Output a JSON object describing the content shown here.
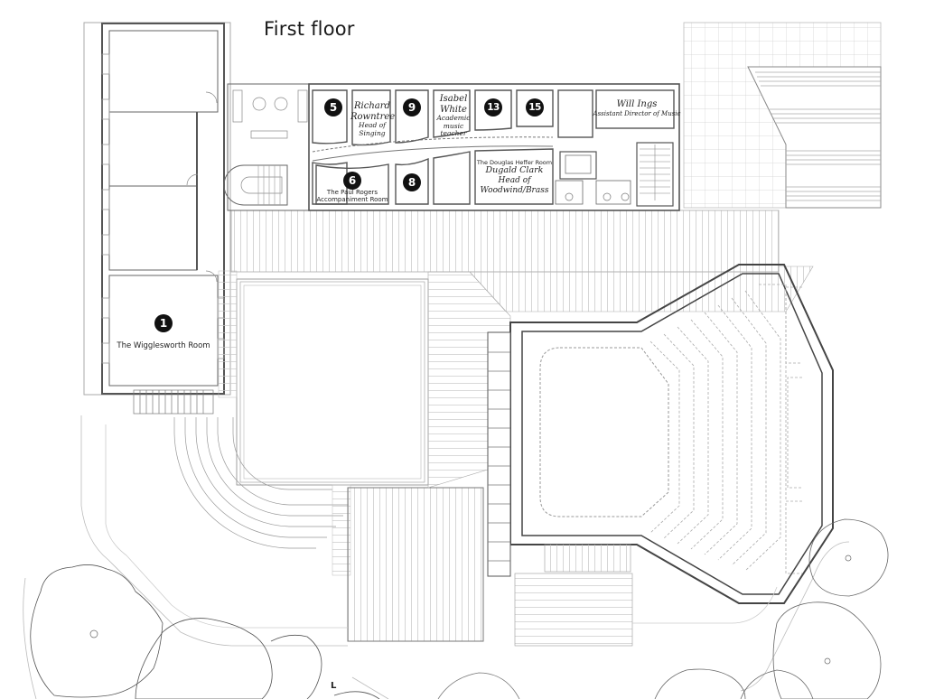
{
  "title": "First floor",
  "rooms": [
    {
      "id": "1",
      "badge": "1",
      "name": "The Wigglesworth Room"
    },
    {
      "id": "5",
      "badge": "5"
    },
    {
      "id": "richard",
      "name": "Richard Rowntree",
      "name_line1": "Richard",
      "name_line2": "Rowntree",
      "role_line1": "Head of",
      "role_line2": "Singing"
    },
    {
      "id": "9",
      "badge": "9"
    },
    {
      "id": "isabel",
      "name_line1": "Isabel",
      "name_line2": "White",
      "role_line1": "Academic music",
      "role_line2": "teacher"
    },
    {
      "id": "13",
      "badge": "13"
    },
    {
      "id": "15",
      "badge": "15"
    },
    {
      "id": "will",
      "name_line1": "Will Ings",
      "role_line1": "Assistant Director of Music"
    },
    {
      "id": "6",
      "badge": "6",
      "name_line1": "The Paul Rogers",
      "name_line2": "Accompaniment Room"
    },
    {
      "id": "8",
      "badge": "8"
    },
    {
      "id": "dugald",
      "room_name": "The Douglas Heffer Room",
      "name_line1": "Dugald Clark",
      "role_line1": "Head of Woodwind/Brass"
    }
  ],
  "annotations": {
    "corner_mark": "L"
  },
  "colors": {
    "line": "#555555",
    "light_line": "#9a9a9a",
    "badge_fill": "#111111",
    "badge_text": "#ffffff",
    "background": "#ffffff"
  }
}
